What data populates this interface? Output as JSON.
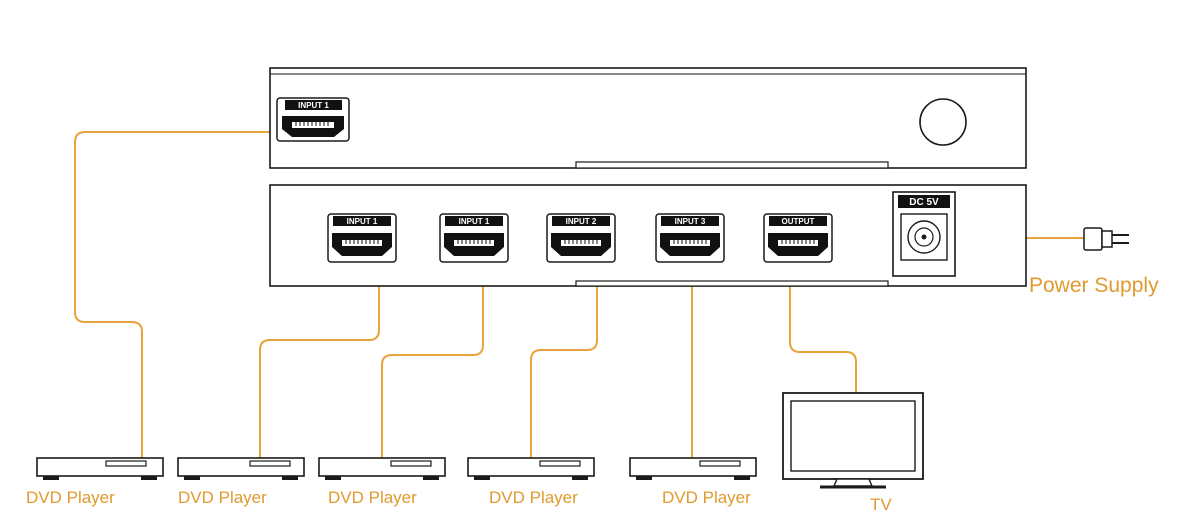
{
  "colors": {
    "cable": "#E8A33A",
    "label": "#E09A2E",
    "outline": "#1a1a1a",
    "panel_fill": "#ffffff"
  },
  "front_panel": {
    "port_label": "INPUT 1",
    "power_button_icon": "power-button-icon"
  },
  "back_panel": {
    "ports": [
      "INPUT 1",
      "INPUT 1",
      "INPUT 2",
      "INPUT 3",
      "OUTPUT"
    ],
    "dc_label": "DC 5V"
  },
  "power_supply_label": "Power Supply",
  "devices": {
    "dvd_labels": [
      "DVD Player",
      "DVD Player",
      "DVD Player",
      "DVD Player",
      "DVD Player"
    ],
    "tv_label": "TV"
  }
}
